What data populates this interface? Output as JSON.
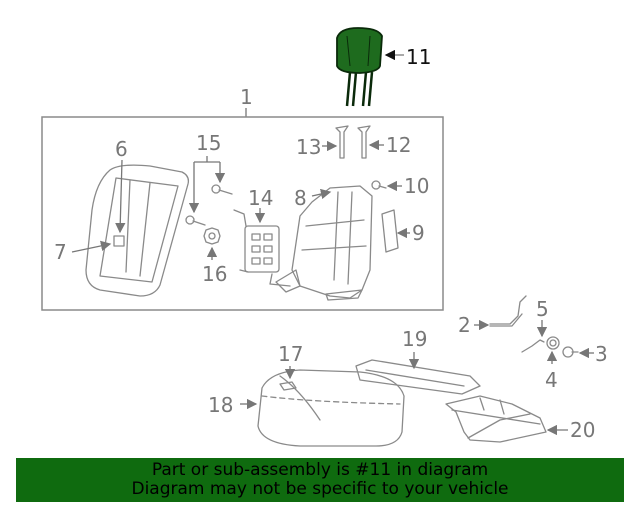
{
  "colors": {
    "highlight": "#1e6b1e",
    "banner_bg": "#0f6b0f",
    "line": "#8a8a8a",
    "label": "#777777"
  },
  "callouts": {
    "c1": "1",
    "c2": "2",
    "c3": "3",
    "c4": "4",
    "c5": "5",
    "c6": "6",
    "c7": "7",
    "c8": "8",
    "c9": "9",
    "c10": "10",
    "c11": "11",
    "c12": "12",
    "c13": "13",
    "c14": "14",
    "c15": "15",
    "c16": "16",
    "c17": "17",
    "c18": "18",
    "c19": "19",
    "c20": "20"
  },
  "banner": {
    "line1": "Part or sub-assembly is #11 in diagram",
    "line2": "Diagram may not be specific to your vehicle"
  }
}
